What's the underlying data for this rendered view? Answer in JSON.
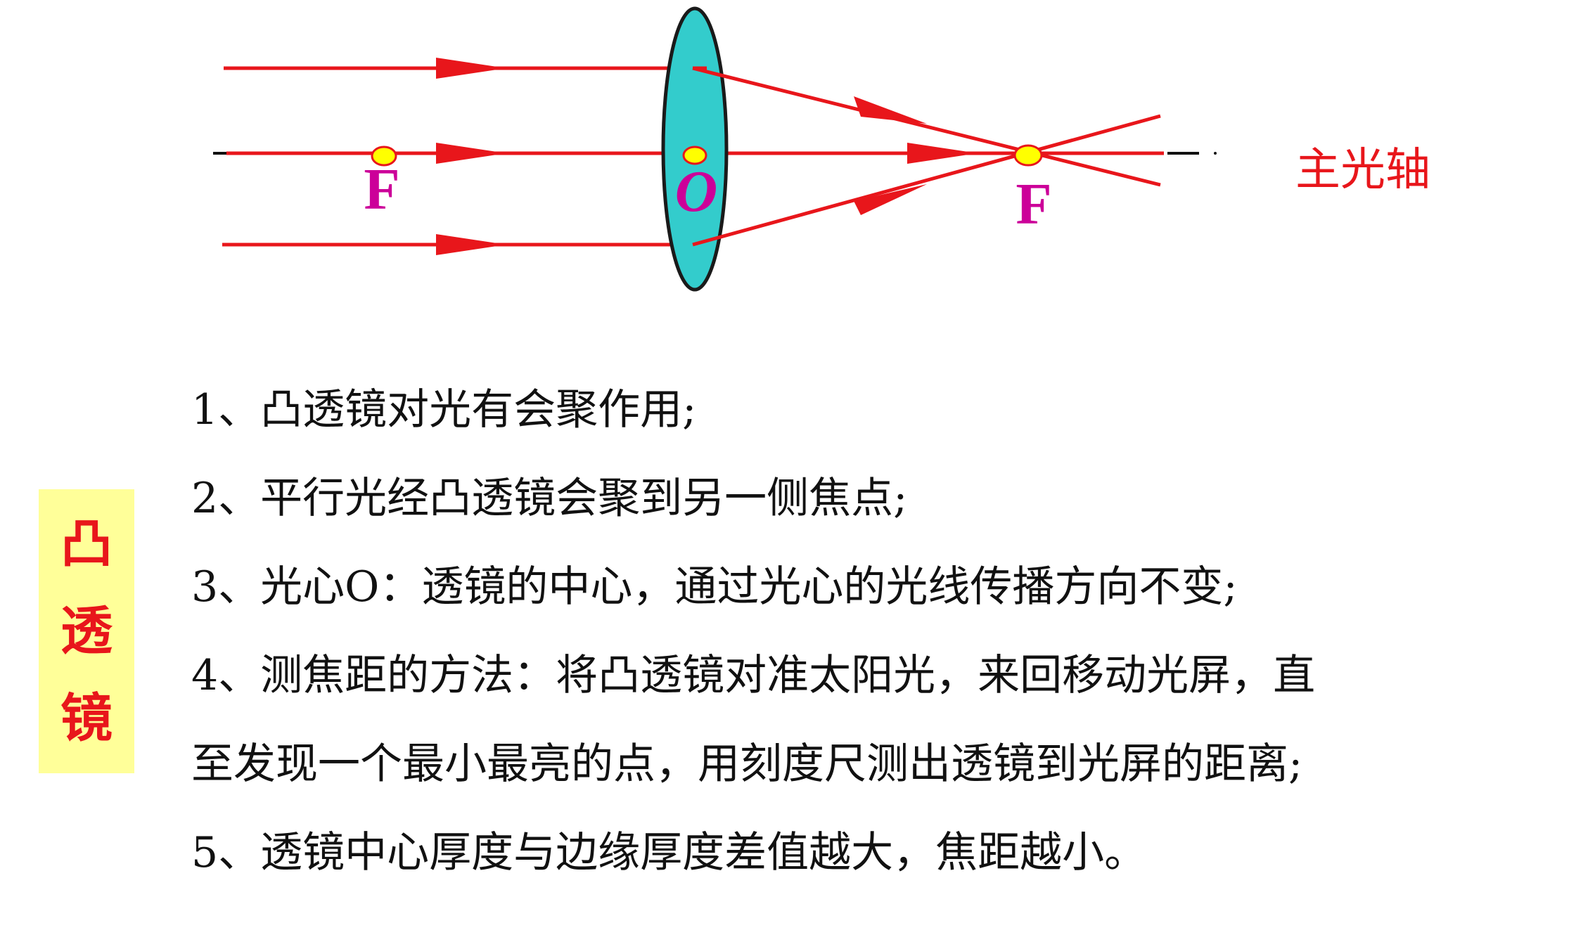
{
  "diagram": {
    "left_focus_label": "F",
    "optical_center_label": "O",
    "right_focus_label": "F",
    "axis_label": "主光轴",
    "colors": {
      "ray": "#e8161b",
      "lens_fill": "#33cccc",
      "lens_stroke": "#1a1a1a",
      "point_fill": "#ffff00",
      "point_label": "#cc0099"
    }
  },
  "side_label": [
    "凸",
    "透",
    "镜"
  ],
  "points": [
    "1、凸透镜对光有会聚作用;",
    "2、平行光经凸透镜会聚到另一侧焦点;",
    "3、光心O：透镜的中心，通过光心的光线传播方向不变;",
    "4、测焦距的方法：将凸透镜对准太阳光，来回移动光屏，直",
    "至发现一个最小最亮的点，用刻度尺测出透镜到光屏的距离;",
    "5、透镜中心厚度与边缘厚度差值越大，焦距越小。"
  ]
}
